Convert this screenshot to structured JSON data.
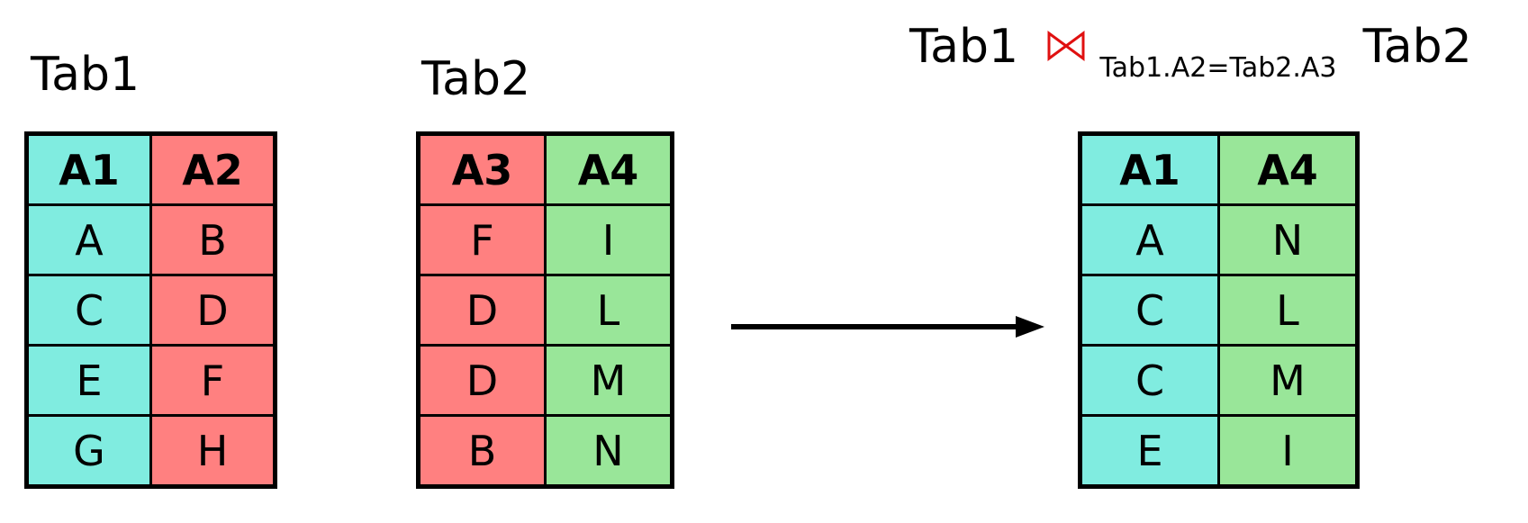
{
  "tab1": {
    "label": "Tab1",
    "headers": [
      "A1",
      "A2"
    ],
    "rows": [
      [
        "A",
        "B"
      ],
      [
        "C",
        "D"
      ],
      [
        "E",
        "F"
      ],
      [
        "G",
        "H"
      ]
    ],
    "colors": [
      "#80ece0",
      "#ff8080"
    ]
  },
  "tab2": {
    "label": "Tab2",
    "headers": [
      "A3",
      "A4"
    ],
    "rows": [
      [
        "F",
        "I"
      ],
      [
        "D",
        "L"
      ],
      [
        "D",
        "M"
      ],
      [
        "B",
        "N"
      ]
    ],
    "colors": [
      "#ff8080",
      "#99e699"
    ]
  },
  "join": {
    "left": "Tab1",
    "symbol": "join-bowtie-icon",
    "condition": "Tab1.A2=Tab2.A3",
    "right": "Tab2",
    "symbol_color": "#e01010"
  },
  "arrow": {
    "icon": "right-arrow-icon"
  },
  "result": {
    "headers": [
      "A1",
      "A4"
    ],
    "rows": [
      [
        "A",
        "N"
      ],
      [
        "C",
        "L"
      ],
      [
        "C",
        "M"
      ],
      [
        "E",
        "I"
      ]
    ],
    "colors": [
      "#80ece0",
      "#99e699"
    ]
  }
}
